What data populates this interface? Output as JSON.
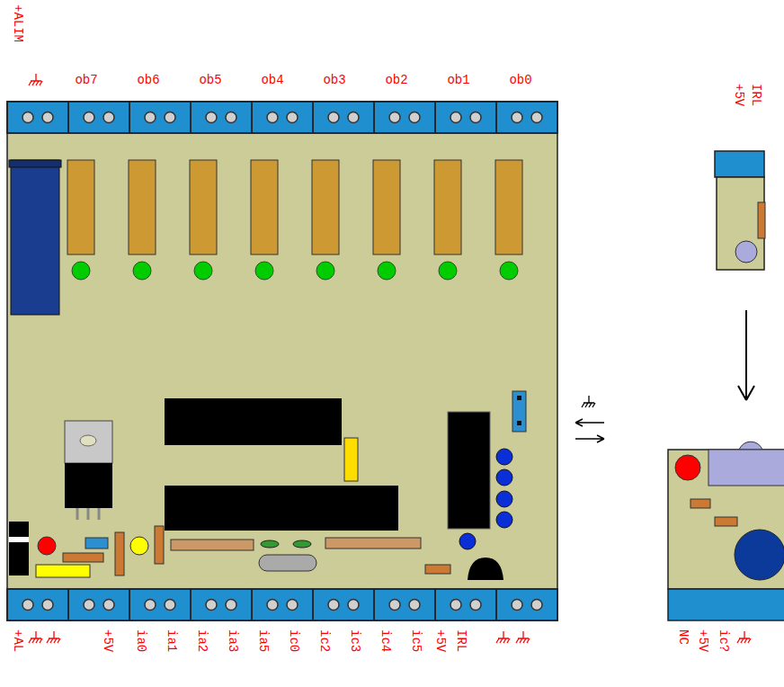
{
  "diagram": {
    "labels": [
      "+ALIM",
      "ob7",
      "ob6",
      "ob5",
      "ob4",
      "ob3",
      "ob2",
      "ob1",
      "ob0",
      "IRL",
      "+5V",
      "+AL",
      "+5V",
      "ia0",
      "ia1",
      "ia2",
      "ia3",
      "ia5",
      "ic0",
      "ic2",
      "ic3",
      "ic4",
      "ic5",
      "+5V",
      "IRL",
      "NC",
      "+5V",
      "ic?"
    ]
  }
}
